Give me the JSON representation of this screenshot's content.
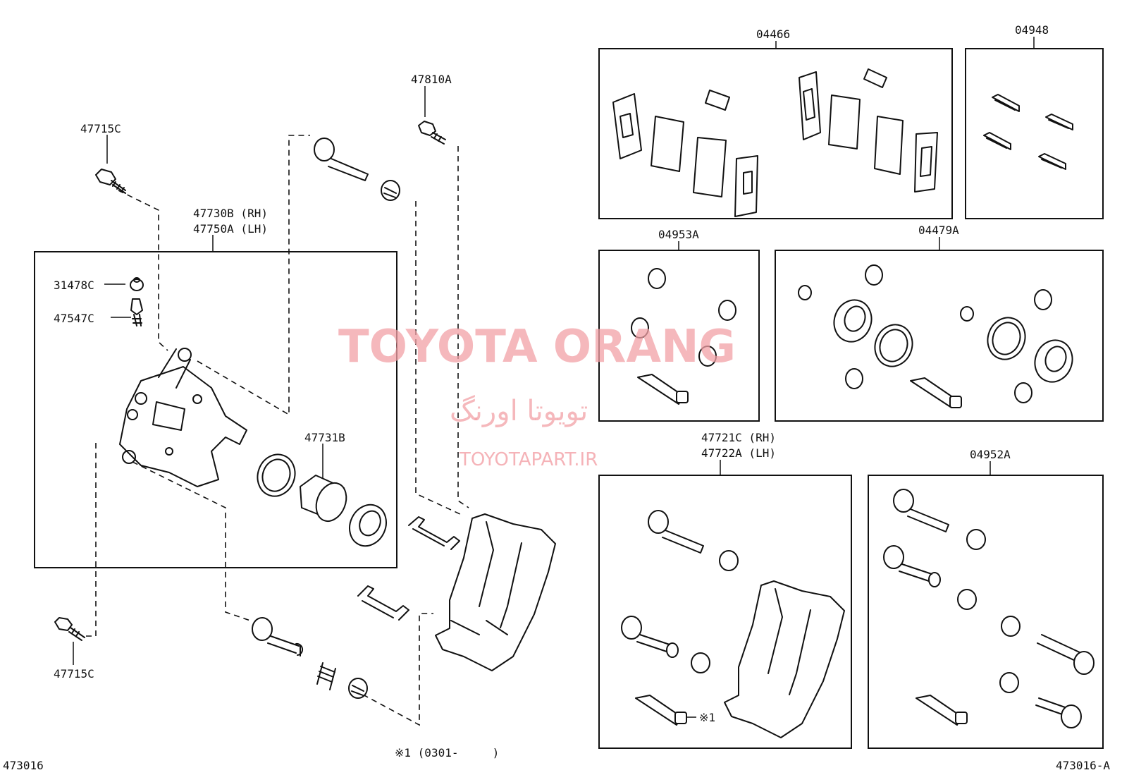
{
  "watermark": {
    "brand": "TOYOTA ORANG",
    "brand_fa": "تویوتا اورنگ",
    "site": "TOYOTAPART.IR"
  },
  "left_assembly": {
    "caliper_box_label_rh": "47730B (RH)",
    "caliper_box_label_lh": "47750A (LH)",
    "bolt_top": "47715C",
    "bolt_bottom": "47715C",
    "bleeder_cap": "31478C",
    "bleeder_plug": "47547C",
    "piston": "47731B",
    "mount_bolt": "47810A"
  },
  "kits": {
    "pads": "04466",
    "shim_kit": "04948",
    "cylinder_kit_a": "04953A",
    "cylinder_kit_b": "04479A",
    "mounting_rh": "47721C (RH)",
    "mounting_lh": "47722A (LH)",
    "slide_pin_kit": "04952A"
  },
  "note_marker": "※1",
  "footnote": "※1 (0301-     )",
  "diagram_id_left": "473016",
  "diagram_id_right": "473016-A"
}
